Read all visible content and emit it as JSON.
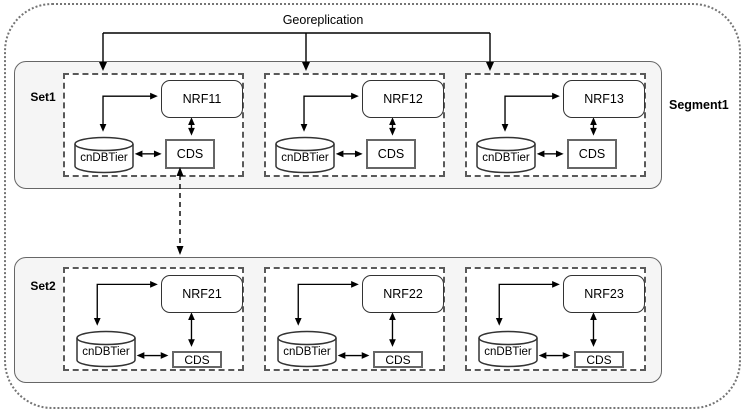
{
  "diagram": {
    "georeplication_label": "Georeplication",
    "segment_label": "Segment1",
    "sets": [
      {
        "label": "Set1",
        "cells": [
          {
            "nrf": "NRF11",
            "db": "cnDBTier",
            "cds": "CDS"
          },
          {
            "nrf": "NRF12",
            "db": "cnDBTier",
            "cds": "CDS"
          },
          {
            "nrf": "NRF13",
            "db": "cnDBTier",
            "cds": "CDS"
          }
        ]
      },
      {
        "label": "Set2",
        "cells": [
          {
            "nrf": "NRF21",
            "db": "cnDBTier",
            "cds": "CDS"
          },
          {
            "nrf": "NRF22",
            "db": "cnDBTier",
            "cds": "CDS"
          },
          {
            "nrf": "NRF23",
            "db": "cnDBTier",
            "cds": "CDS"
          }
        ]
      }
    ],
    "colors": {
      "set_fill": "#f5f5f5",
      "set_border": "#666666",
      "cell_border": "#595959",
      "node_border": "#333333",
      "arrow": "#000000"
    }
  }
}
